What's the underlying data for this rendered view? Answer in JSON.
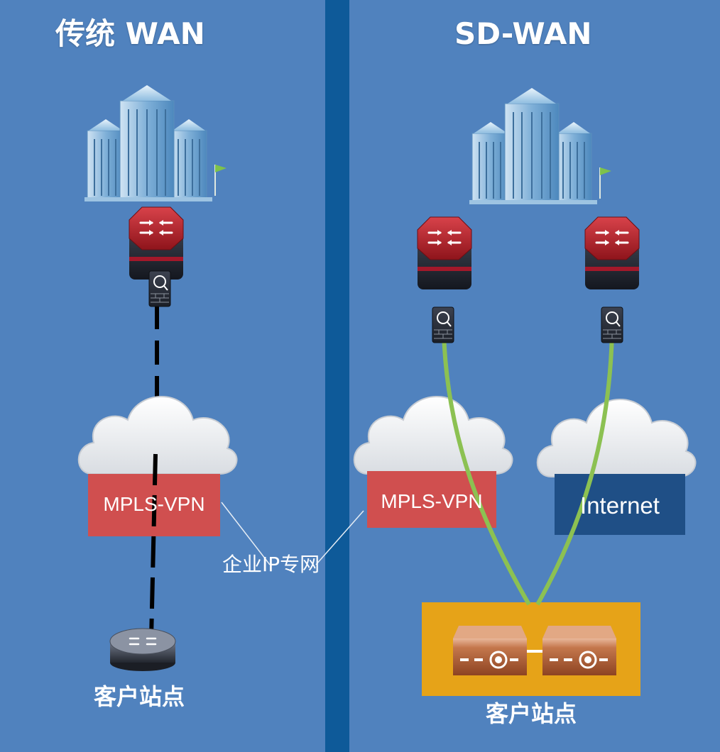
{
  "left": {
    "title": "传统 WAN",
    "network_label": "MPLS-VPN",
    "site_label": "客户站点"
  },
  "right": {
    "title": "SD-WAN",
    "mpls_label": "MPLS-VPN",
    "internet_label": "Internet",
    "site_label": "客户站点"
  },
  "callout": "企业IP专网",
  "colors": {
    "panel_blue": "#5082be",
    "divider_blue": "#0e5a99",
    "mpls_red": "#d04f4f",
    "internet_navy": "#1f4f86",
    "site_gold": "#e6a318",
    "link_green": "#8cc152",
    "router_red": "#b0212a",
    "device_brown": "#a85a32"
  },
  "icons": [
    "building-icon",
    "router-icon",
    "firewall-icon",
    "cloud-icon",
    "edge-router-icon",
    "sdwan-appliance-icon",
    "flag-icon"
  ]
}
